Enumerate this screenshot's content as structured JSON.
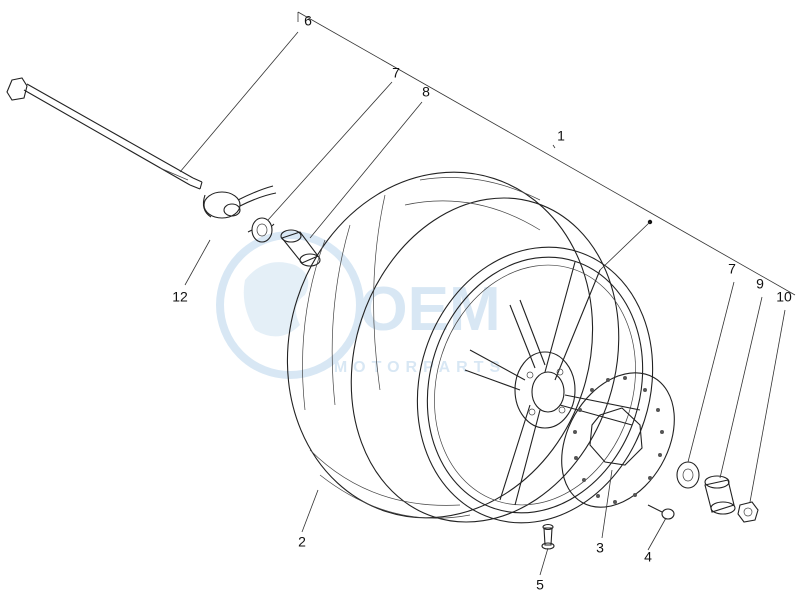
{
  "callouts": {
    "c1": "1",
    "c2": "2",
    "c3": "3",
    "c4": "4",
    "c5": "5",
    "c6": "6",
    "c7a": "7",
    "c7b": "7",
    "c8": "8",
    "c9": "9",
    "c10": "10",
    "c12": "12"
  },
  "watermark": {
    "brand": "OEM",
    "sub": "MOTORPARTS"
  },
  "colors": {
    "ink": "#222222",
    "watermark": "#b9d5ec"
  }
}
